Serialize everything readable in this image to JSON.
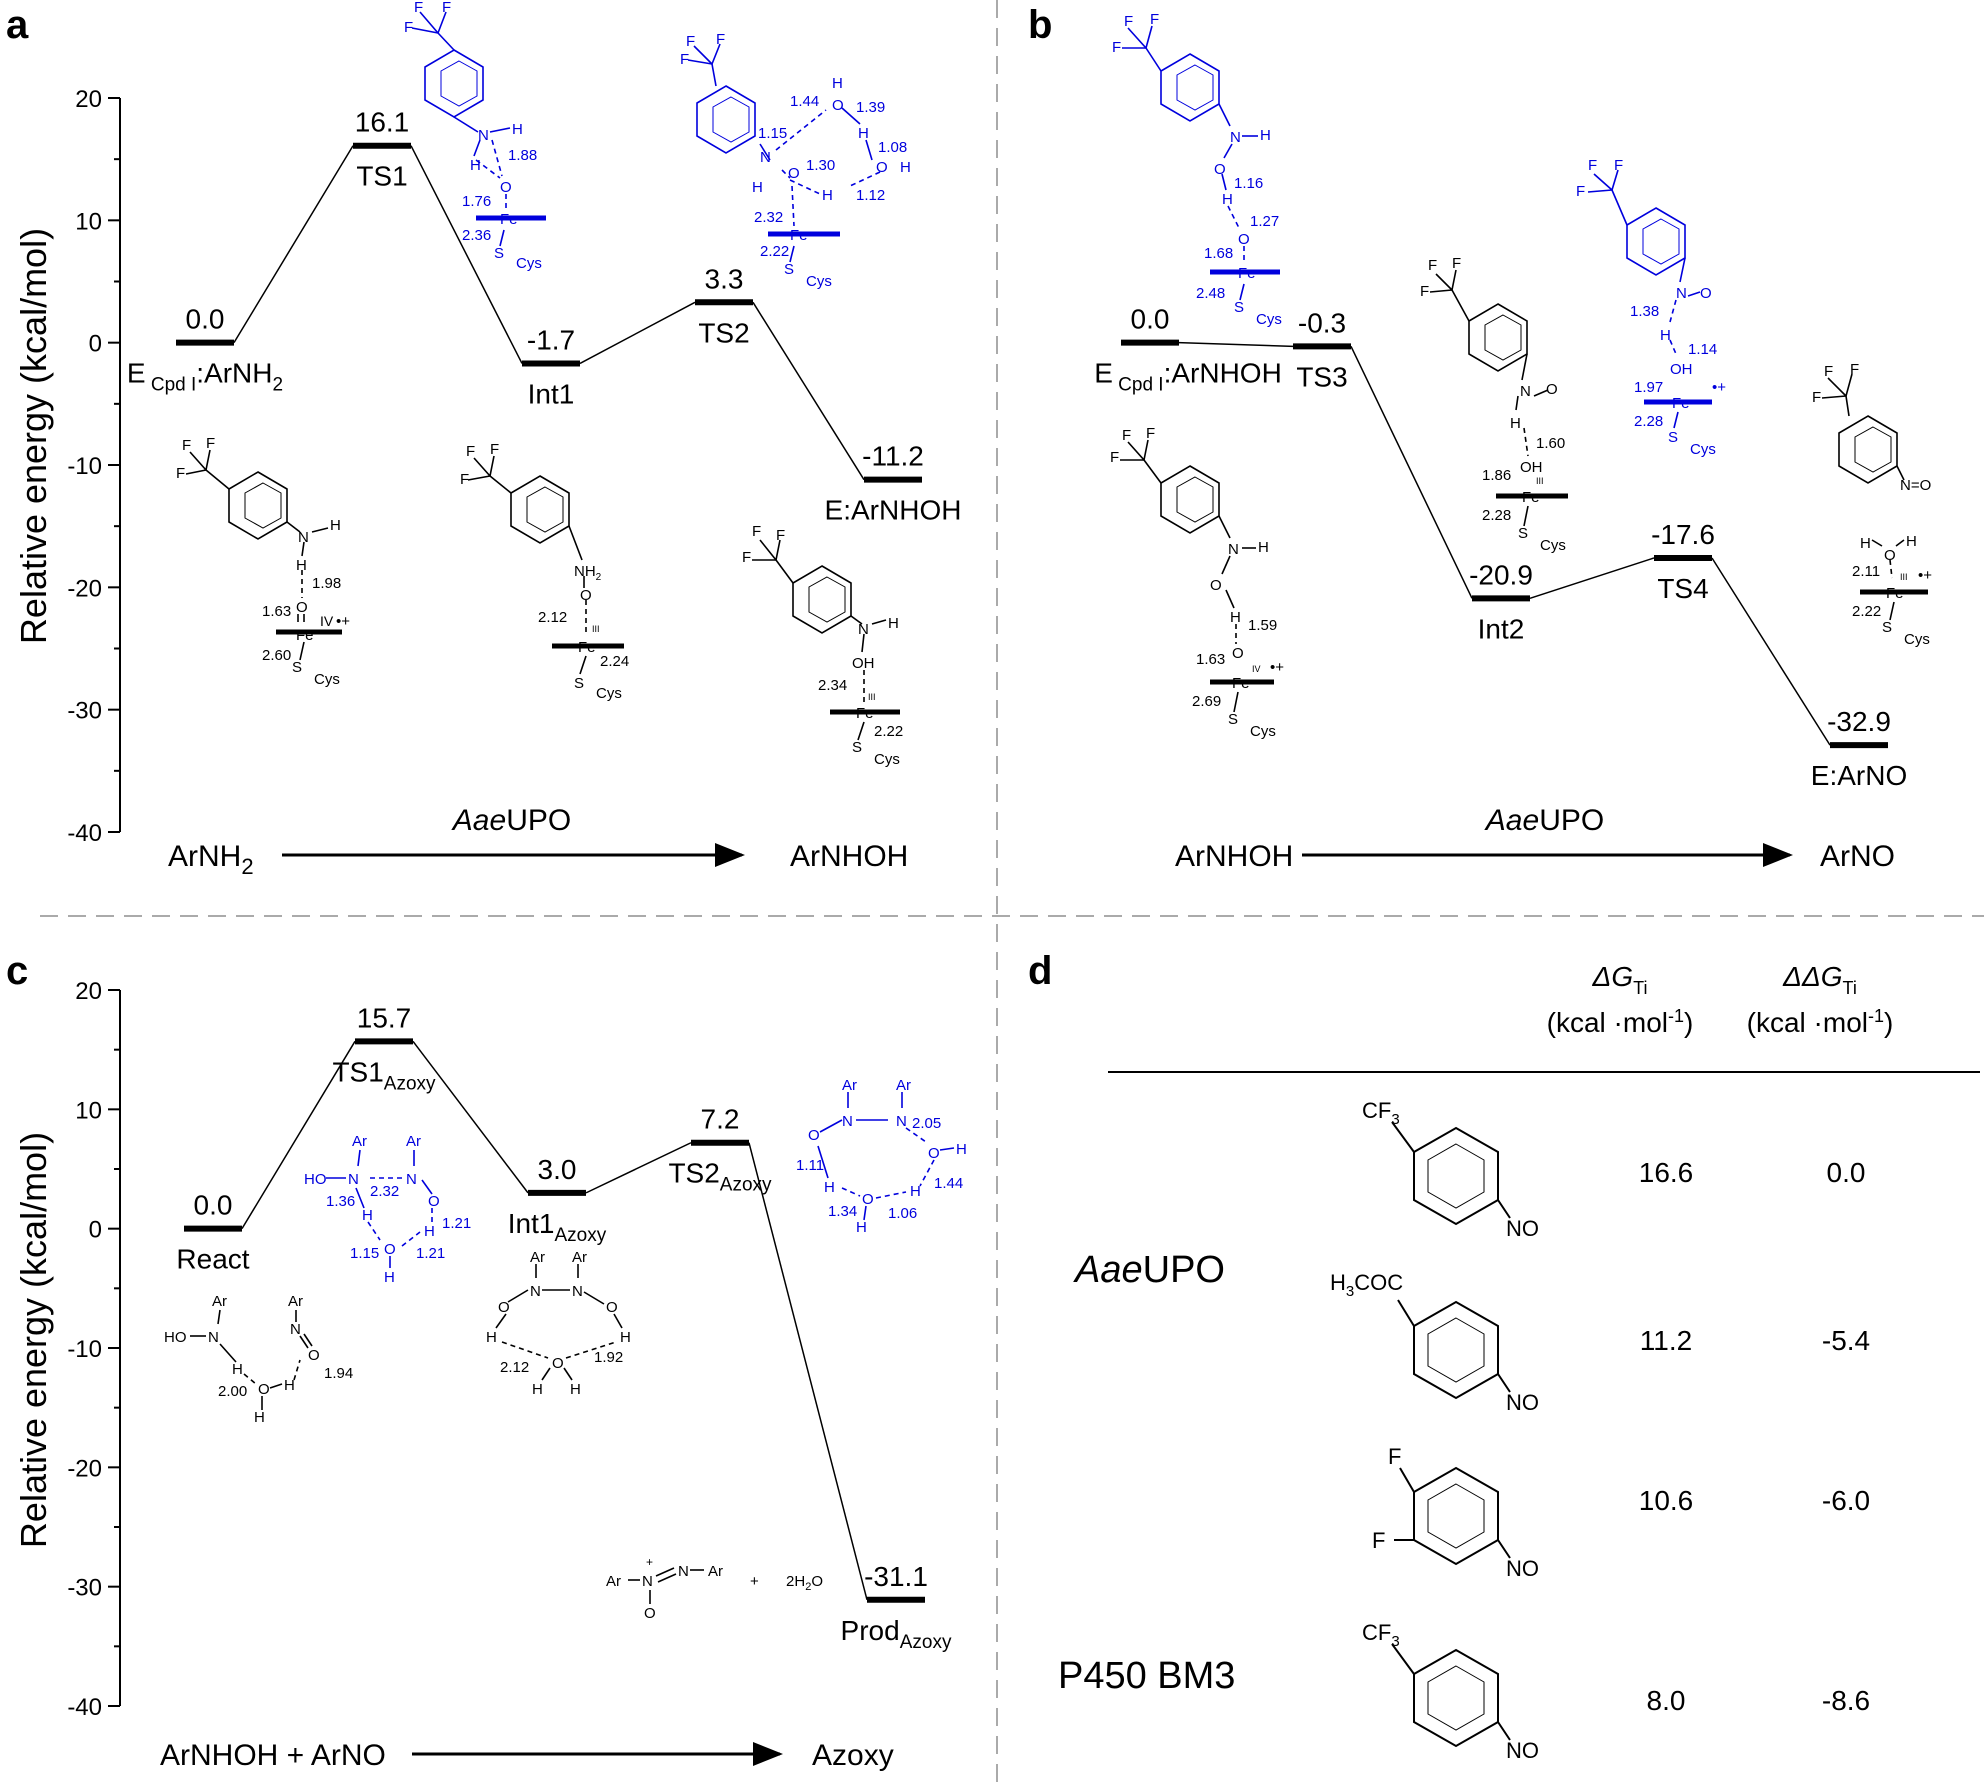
{
  "panel_labels": [
    "a",
    "b",
    "c",
    "d"
  ],
  "chart_data": [
    {
      "type": "line",
      "panel": "a",
      "title": "",
      "ylabel": "Relative energy (kcal/mol)",
      "ylim": [
        -40,
        20
      ],
      "yticks": [
        "20",
        "10",
        "0",
        "-10",
        "-20",
        "-30",
        "-40"
      ],
      "reaction": {
        "start": "ArNH2",
        "enzyme": "AaeUPO",
        "end": "ArNHOH"
      },
      "states": [
        {
          "label": "E",
          "sub": "Cpd I",
          "suffix": ":ArNH",
          "suffix_sub": "2",
          "value": 0.0,
          "value_label": "0.0"
        },
        {
          "label": "TS1",
          "value": 16.1,
          "value_label": "16.1"
        },
        {
          "label": "Int1",
          "value": -1.7,
          "value_label": "-1.7"
        },
        {
          "label": "TS2",
          "value": 3.3,
          "value_label": "3.3"
        },
        {
          "label": "E:ArNHOH",
          "value": -11.2,
          "value_label": "-11.2"
        }
      ]
    },
    {
      "type": "line",
      "panel": "b",
      "title": "",
      "ylim": [
        -40,
        20
      ],
      "reaction": {
        "start": "ArNHOH",
        "enzyme": "AaeUPO",
        "end": "ArNO"
      },
      "states": [
        {
          "label": "E",
          "sub": "Cpd I",
          "suffix": ":ArNHOH",
          "value": 0.0,
          "value_label": "0.0"
        },
        {
          "label": "TS3",
          "value": -0.3,
          "value_label": "-0.3"
        },
        {
          "label": "Int2",
          "value": -20.9,
          "value_label": "-20.9"
        },
        {
          "label": "TS4",
          "value": -17.6,
          "value_label": "-17.6"
        },
        {
          "label": "E:ArNO",
          "value": -32.9,
          "value_label": "-32.9"
        }
      ]
    },
    {
      "type": "line",
      "panel": "c",
      "title": "",
      "ylabel": "Relative energy (kcal/mol)",
      "ylim": [
        -40,
        20
      ],
      "yticks": [
        "20",
        "10",
        "0",
        "-10",
        "-20",
        "-30",
        "-40"
      ],
      "reaction": {
        "start": "ArNHOH + ArNO",
        "end": "Azoxy"
      },
      "states": [
        {
          "label": "React",
          "value": 0.0,
          "value_label": "0.0"
        },
        {
          "label": "TS1",
          "sub": "Azoxy",
          "value": 15.7,
          "value_label": "15.7"
        },
        {
          "label": "Int1",
          "sub": "Azoxy",
          "value": 3.0,
          "value_label": "3.0"
        },
        {
          "label": "TS2",
          "sub": "Azoxy",
          "value": 7.2,
          "value_label": "7.2"
        },
        {
          "label": "Prod",
          "sub": "Azoxy",
          "value": -31.1,
          "value_label": "-31.1"
        }
      ]
    },
    {
      "type": "table",
      "panel": "d",
      "columns": [
        {
          "symbol": "ΔG",
          "sub": "Ti",
          "unit": "(kcal ·mol",
          "sup": "-1",
          "unit_end": ")"
        },
        {
          "symbol": "ΔΔG",
          "sub": "Ti",
          "unit": "(kcal ·mol",
          "sup": "-1",
          "unit_end": ")"
        }
      ],
      "groups": [
        {
          "enzyme": "AaeUPO",
          "rows": [
            {
              "substituent": "CF3",
              "dG": 16.6,
              "ddG": 0.0,
              "dG_label": "16.6",
              "ddG_label": "0.0"
            },
            {
              "substituent": "H3COC",
              "dG": 11.2,
              "ddG": -5.4,
              "dG_label": "11.2",
              "ddG_label": "-5.4"
            },
            {
              "substituent": "F,F",
              "dG": 10.6,
              "ddG": -6.0,
              "dG_label": "10.6",
              "ddG_label": "-6.0"
            }
          ]
        },
        {
          "enzyme": "P450 BM3",
          "rows": [
            {
              "substituent": "CF3",
              "dG": 8.0,
              "ddG": -8.6,
              "dG_label": "8.0",
              "ddG_label": "-8.6"
            }
          ]
        }
      ]
    }
  ],
  "structure_text": {
    "cf3": "F",
    "nh": "N",
    "h": "H",
    "o": "O",
    "fe": "Fe",
    "s": "S",
    "cys": "Cys",
    "iv": "IV",
    "iii": "III",
    "rad": "•+",
    "ar": "Ar",
    "nitroso": "N=O",
    "no": "NO",
    "cf3_label": "CF",
    "cf3_sub": "3",
    "h3coc": "H",
    "h3coc_sub": "3",
    "h3coc_tail": "COC",
    "water": "2H",
    "water_sub": "2",
    "water_tail": "O",
    "plus": "+"
  },
  "dist_a": {
    "ts1": [
      "1.88",
      "1.76",
      "2.36"
    ],
    "ts2": [
      "1.44",
      "1.39",
      "1.15",
      "1.30",
      "1.08",
      "1.12",
      "2.32",
      "2.22"
    ],
    "react": [
      "1.98",
      "1.63",
      "2.60"
    ],
    "int1": [
      "2.12",
      "2.24"
    ],
    "prod": [
      "2.34",
      "2.22"
    ]
  },
  "dist_b": {
    "ts3": [
      "1.16",
      "1.27",
      "1.68",
      "2.48"
    ],
    "ts4": [
      "1.38",
      "1.14",
      "1.97",
      "2.28"
    ],
    "react": [
      "1.59",
      "1.63",
      "2.69"
    ],
    "int2": [
      "1.60",
      "1.86",
      "2.28"
    ],
    "prod": [
      "2.11",
      "2.22"
    ]
  },
  "dist_c": {
    "ts1": [
      "2.32",
      "1.36",
      "1.21",
      "1.15",
      "1.21"
    ],
    "ts2": [
      "2.05",
      "1.11",
      "1.44",
      "1.34",
      "1.06"
    ],
    "react": [
      "2.00",
      "1.94"
    ],
    "int1": [
      "2.12",
      "1.92"
    ]
  }
}
